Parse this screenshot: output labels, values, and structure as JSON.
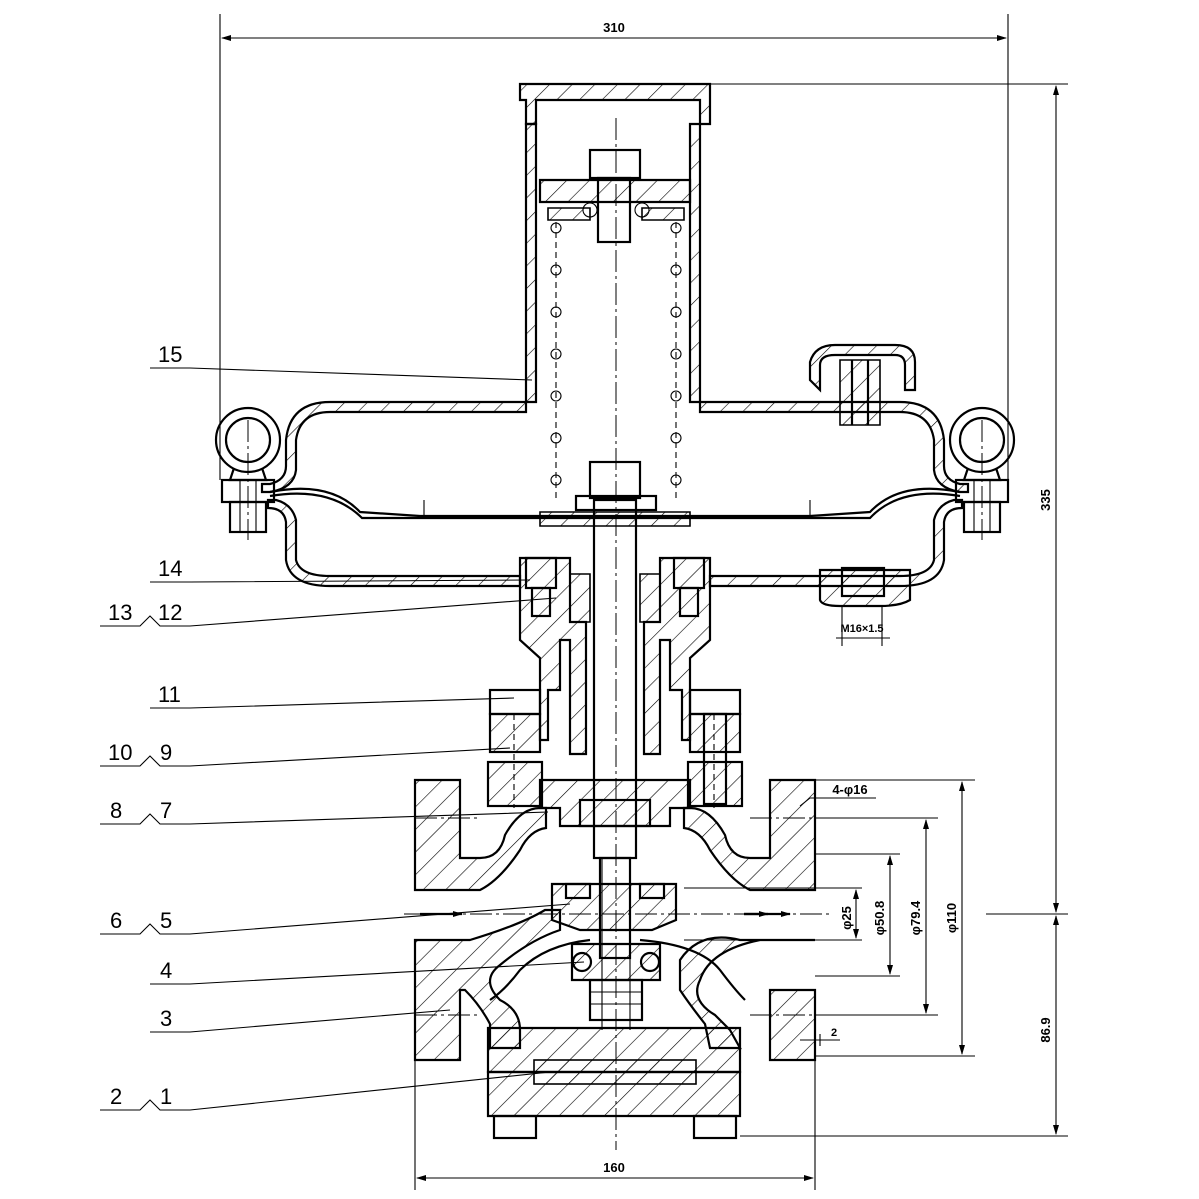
{
  "dimensions": {
    "overall_width": "310",
    "overall_height": "335",
    "lower_height": "86.9",
    "body_length": "160",
    "diameter_1": "φ25",
    "diameter_2": "φ50.8",
    "diameter_3": "φ79.4",
    "diameter_4": "φ110",
    "flange_holes": "4-φ16",
    "thread": "M16×1.5",
    "gap": "2"
  },
  "part_labels": {
    "p1": "1",
    "p2": "2",
    "p3": "3",
    "p4": "4",
    "p5": "5",
    "p6": "6",
    "p7": "7",
    "p8": "8",
    "p9": "9",
    "p10": "10",
    "p11": "11",
    "p12": "12",
    "p13": "13",
    "p14": "14",
    "p15": "15"
  }
}
